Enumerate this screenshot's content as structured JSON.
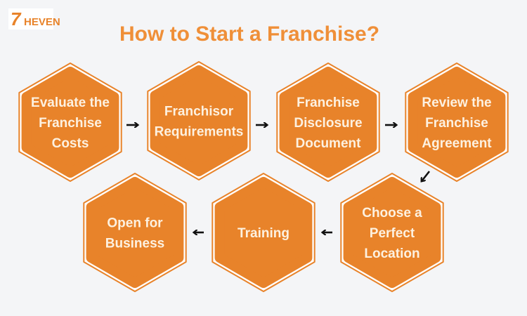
{
  "logo": {
    "number": "7",
    "word": "HEVEN"
  },
  "title": "How to Start a Franchise?",
  "colors": {
    "hex_fill": "#e8832a",
    "background": "#f4f5f7",
    "text": "#fdf1e0",
    "arrow": "#111111"
  },
  "steps": [
    {
      "lines": [
        "Evaluate the",
        "Franchise",
        "Costs"
      ]
    },
    {
      "lines": [
        "Franchisor",
        "Requirements"
      ]
    },
    {
      "lines": [
        "Franchise",
        "Disclosure",
        "Document"
      ]
    },
    {
      "lines": [
        "Review the",
        "Franchise",
        "Agreement"
      ]
    },
    {
      "lines": [
        "Choose a",
        "Perfect",
        "Location"
      ]
    },
    {
      "lines": [
        "Training"
      ]
    },
    {
      "lines": [
        "Open for",
        "Business"
      ]
    }
  ]
}
